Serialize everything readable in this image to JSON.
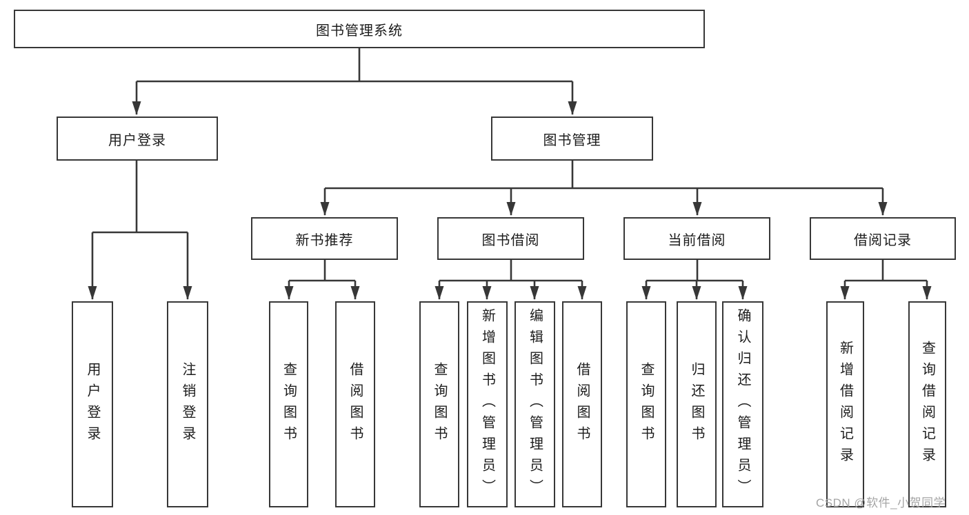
{
  "tree": {
    "root": {
      "label": "图书管理系统"
    },
    "children": [
      {
        "label": "用户登录",
        "children": [
          {
            "label": "用户登录"
          },
          {
            "label": "注销登录"
          }
        ]
      },
      {
        "label": "图书管理",
        "children": [
          {
            "label": "新书推荐",
            "children": [
              {
                "label": "查询图书"
              },
              {
                "label": "借阅图书"
              }
            ]
          },
          {
            "label": "图书借阅",
            "children": [
              {
                "label": "查询图书"
              },
              {
                "label": "新增图书（管理员）"
              },
              {
                "label": "编辑图书（管理员）"
              },
              {
                "label": "借阅图书"
              }
            ]
          },
          {
            "label": "当前借阅",
            "children": [
              {
                "label": "查询图书"
              },
              {
                "label": "归还图书"
              },
              {
                "label": "确认归还（管理员）"
              }
            ]
          },
          {
            "label": "借阅记录",
            "children": [
              {
                "label": "新增借阅记录"
              },
              {
                "label": "查询借阅记录"
              }
            ]
          }
        ]
      }
    ]
  },
  "watermark": "CSDN @软件_小贺同学",
  "colors": {
    "line": "#373737",
    "box_border": "#373737",
    "text": "#1c1c1c",
    "watermark": "#a5a5a5",
    "background": "#ffffff"
  }
}
